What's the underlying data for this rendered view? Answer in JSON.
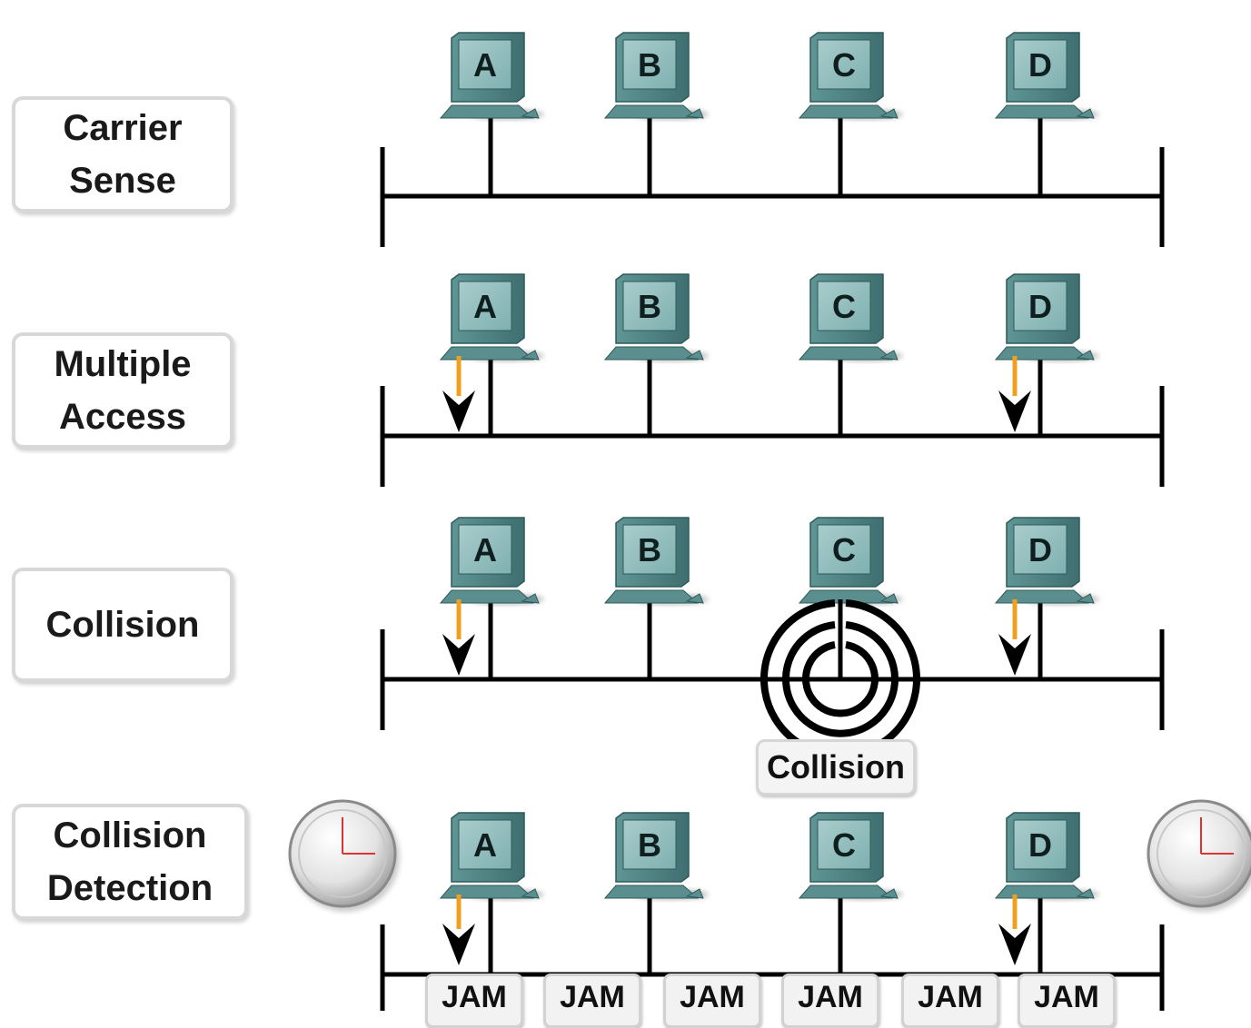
{
  "rows": [
    {
      "label": "Carrier\nSense",
      "arrows": []
    },
    {
      "label": "Multiple\nAccess",
      "arrows": [
        "A",
        "D"
      ]
    },
    {
      "label": "Collision",
      "arrows": [
        "A",
        "D"
      ]
    },
    {
      "label": "Collision\nDetection",
      "arrows": [
        "A",
        "D"
      ]
    }
  ],
  "stations": [
    "A",
    "B",
    "C",
    "D"
  ],
  "collision_badge": "Collision",
  "jam_labels": [
    "JAM",
    "JAM",
    "JAM",
    "JAM",
    "JAM",
    "JAM"
  ],
  "colors": {
    "computer": "#6fa3a3",
    "computer_dark": "#3f6f70",
    "arrow_shaft": "#f0a020",
    "line": "#000000"
  },
  "icons": [
    "computer-icon",
    "collision-rings-icon",
    "clock-icon",
    "down-arrow-icon"
  ]
}
